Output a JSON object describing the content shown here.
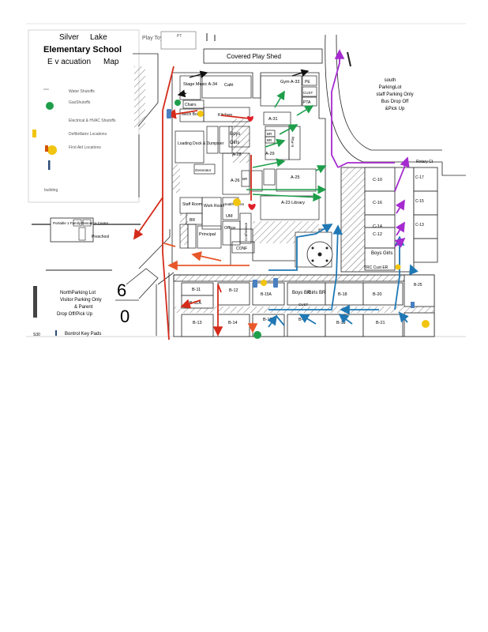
{
  "title": {
    "line1_a": "Silver",
    "line1_b": "Lake",
    "line2": "Elementary School",
    "line3_a": "E v acuation",
    "line3_b": "Map"
  },
  "legend": {
    "items": [
      "Water Shutoffs",
      "GasShutoffs",
      "Electrical  & HVAC Shutoffs",
      "Defibrillator Locations",
      "First Aid Locations"
    ],
    "note": "building"
  },
  "top_labels": {
    "play_toys": "Play Toys",
    "pt_code": "PT",
    "covered_play_shed": "Covered Play Shed"
  },
  "rooms": {
    "stage_music": "Stage Music A-34",
    "cafe": "Café",
    "gym": "Gym A-33",
    "pe": "PE",
    "cust": "CUST",
    "pta": "PTA",
    "chairs": "Chairs",
    "mech_boilers": "Mech Boilers",
    "kitchen": "Kitchen",
    "a31": "A-31",
    "loading_dock": "Loading Dock & Dumpster",
    "generator": "Generator",
    "boys": "Boys",
    "girls": "Girls",
    "a28": "A-28",
    "br": "BR",
    "a29": "A-29",
    "k_play": "K-Play",
    "a26": "A-26",
    "a25": "A-25",
    "a23_library": "A-23 Library",
    "staff_room": "Staff Room",
    "work_room": "Work Room",
    "health_room": "Health Room",
    "um": "UM",
    "principal": "Principal",
    "office": "Office",
    "conference": "Conference",
    "conf": "CONF",
    "c10": "C-10",
    "c16": "C-16",
    "c14": "C-14",
    "c12": "C-12",
    "c17": "C-17",
    "c15": "C-15",
    "c13": "C-13",
    "boys_girls_c": "Boys Girls",
    "trc_cust": "TRC Cust ER",
    "b25": "B-25",
    "b11": "B-11",
    "b11a": "B-11A",
    "b12": "B-12",
    "b13": "B-13",
    "b14": "B-14",
    "b15": "B-15",
    "b15a": "B-15A",
    "b17": "B-17",
    "b18": "B-18",
    "b19": "B-19",
    "b20": "B-20",
    "b21": "B-21",
    "boys_br": "Boys BR",
    "girls_br": "Girls BR",
    "cust_b": "CUST",
    "portable": "Portable 1 Family Resource Center",
    "preschool": "Preschool"
  },
  "lots": {
    "south": [
      "south",
      "ParkingLot",
      "staff Parking Only",
      "Bus Drop Off",
      "&Pick Up"
    ],
    "north": [
      "NorthParking Lot",
      "Visitor Parking Only",
      "& Parent",
      "Drop Off/Pick Up"
    ],
    "south_small": "Rotary Ct",
    "keypads": "Bontrol Key Pads",
    "bottom_left": "S30"
  },
  "big_numerals": [
    "6",
    "0"
  ],
  "colors": {
    "red_route": "#d42b1a",
    "orange_route": "#e8572a",
    "green_route": "#1e9e4a",
    "blue_route": "#1f78b4",
    "purple_route": "#a52ad0",
    "walls": "#222222",
    "gray": "#9a9a9a"
  }
}
